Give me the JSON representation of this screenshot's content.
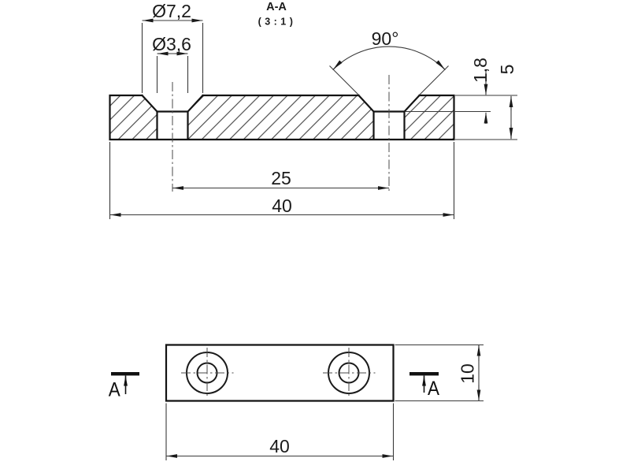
{
  "section_view": {
    "title": "A-A",
    "scale": "( 3 : 1 )",
    "dim_csk_diameter": "Ø7,2",
    "dim_hole_diameter": "Ø3,6",
    "dim_csk_angle": "90°",
    "dim_csk_depth": "1,8",
    "dim_thickness": "5",
    "dim_hole_spacing": "25",
    "dim_length": "40"
  },
  "plan_view": {
    "dim_length": "40",
    "dim_width": "10",
    "cut_label_left": "A",
    "cut_label_right": "A"
  },
  "colors": {
    "line": "#1a1a1a",
    "thin_line": "#3a3a3a",
    "background": "#ffffff"
  }
}
